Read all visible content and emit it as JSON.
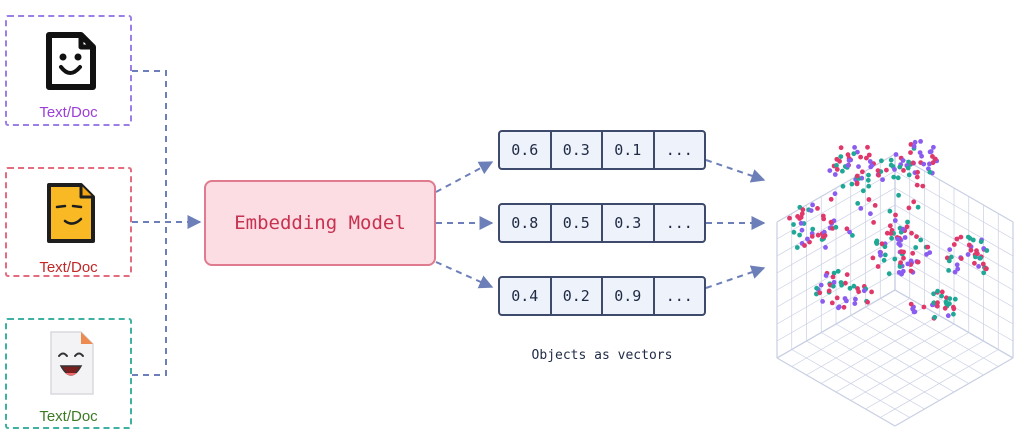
{
  "inputs": [
    {
      "label": "Text/Doc",
      "color": "#9b3fd8",
      "border": "#9b7fe6",
      "icon": "smiley-document-icon"
    },
    {
      "label": "Text/Doc",
      "color": "#c02828",
      "border": "#e46c7e",
      "icon": "smiling-yellow-document-icon"
    },
    {
      "label": "Text/Doc",
      "color": "#3d7a26",
      "border": "#3fb1a2",
      "icon": "laughing-page-document-icon"
    }
  ],
  "model": {
    "label": "Embedding Model"
  },
  "vectors": [
    {
      "cells": [
        "0.6",
        "0.3",
        "0.1",
        "..."
      ]
    },
    {
      "cells": [
        "0.8",
        "0.5",
        "0.3",
        "..."
      ]
    },
    {
      "cells": [
        "0.4",
        "0.2",
        "0.9",
        "..."
      ]
    }
  ],
  "caption": "Objects as vectors",
  "colors": {
    "arrow": "#6d7fb8",
    "scatter": [
      "#e0386a",
      "#8a5cf0",
      "#1fa896"
    ],
    "grid": "#c9cfe3"
  }
}
